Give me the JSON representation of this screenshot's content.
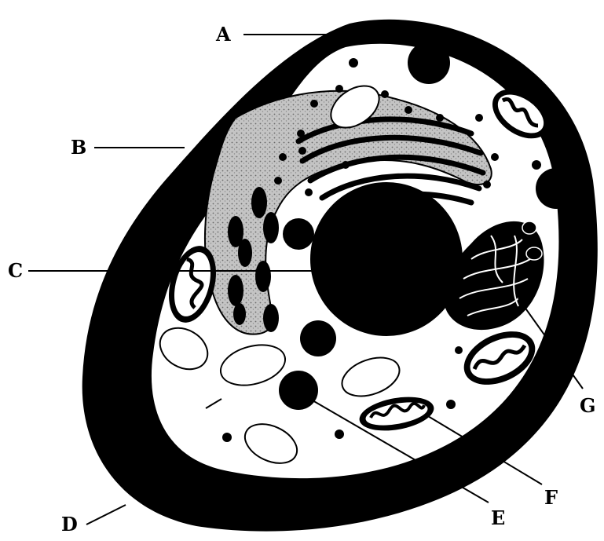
{
  "labels": {
    "a": "A",
    "b": "B",
    "c": "C",
    "d": "D",
    "e": "E",
    "f": "F",
    "g": "G"
  },
  "colors": {
    "ink": "#000000",
    "paper": "#ffffff",
    "stipple": "#b8b8b8"
  }
}
